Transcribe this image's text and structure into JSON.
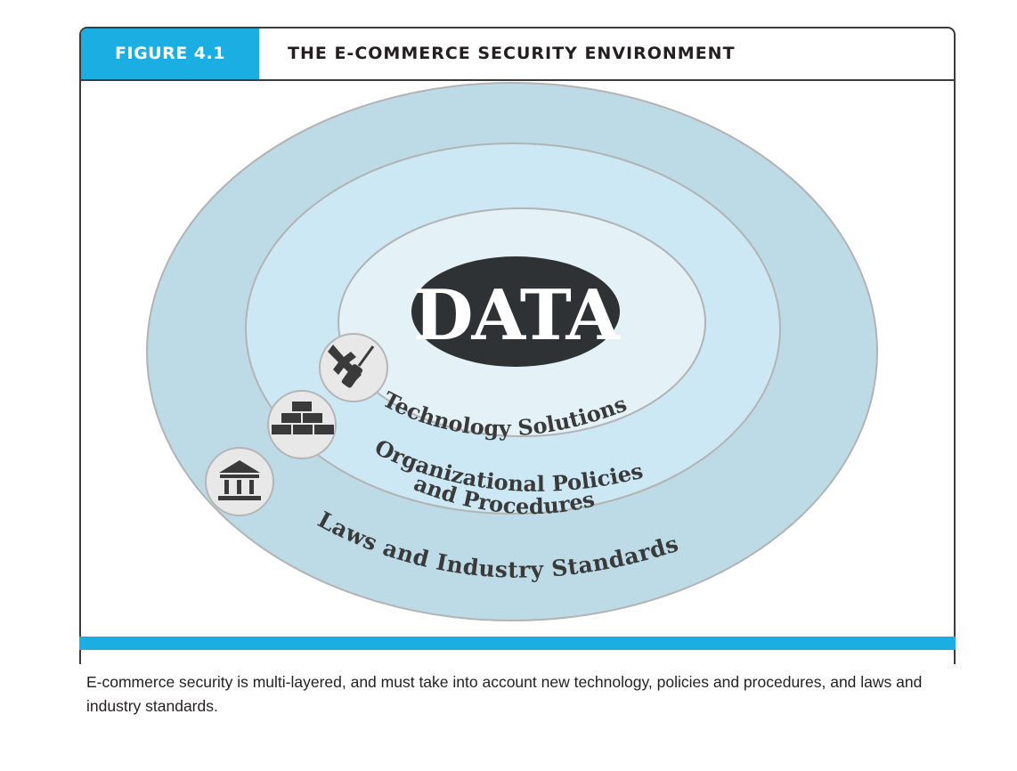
{
  "figure": {
    "label": "FIGURE 4.1",
    "title": "THE E-COMMERCE SECURITY ENVIRONMENT"
  },
  "diagram": {
    "core": "DATA",
    "layers": [
      {
        "label": "Technology Solutions",
        "icon": "tools-icon"
      },
      {
        "label_line1": "Organizational Policies",
        "label_line2": "and Procedures",
        "icon": "bricks-icon"
      },
      {
        "label": "Laws and Industry Standards",
        "icon": "courthouse-icon"
      }
    ],
    "colors": {
      "accent": "#1aaee3",
      "outer_ring": "#bcdbe7",
      "middle_ring": "#cbe8f4",
      "inner_ring": "#e4f2f8",
      "core": "#2f3235",
      "text": "#3a3a3a"
    }
  },
  "caption": "E-commerce security is multi-layered, and must take into account new technology, policies and procedures, and laws and industry standards."
}
